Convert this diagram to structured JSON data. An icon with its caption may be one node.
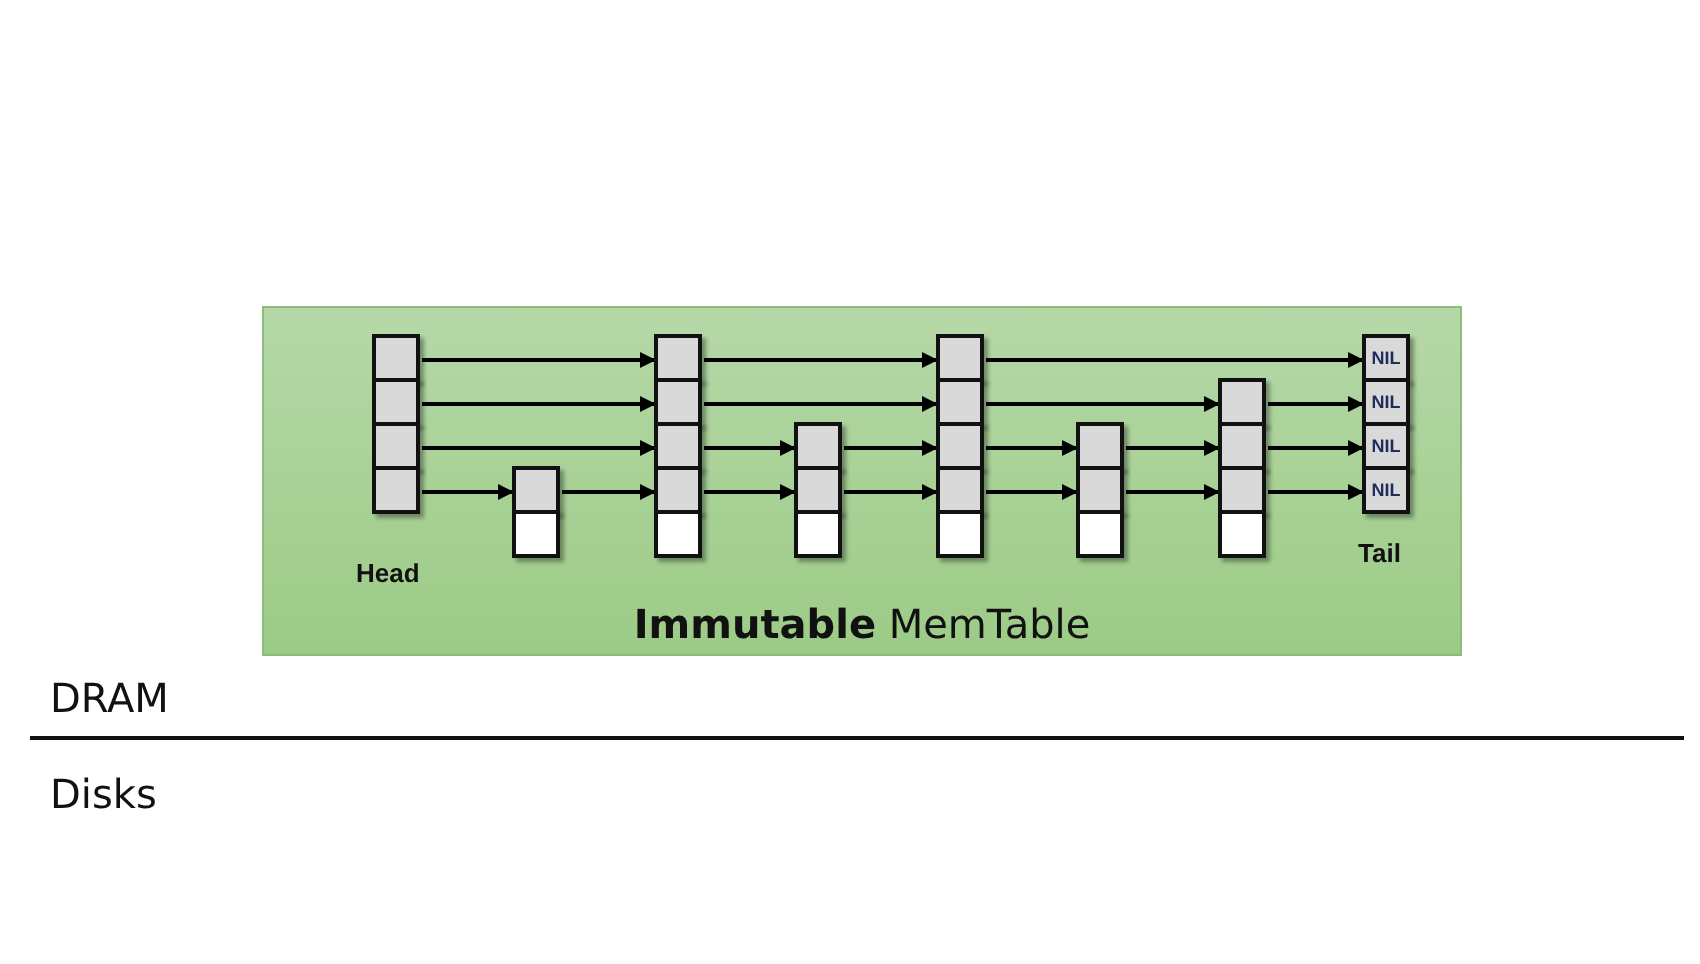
{
  "diagram": {
    "nodes": [
      {
        "text": [
          "**Immutable** MemTable"
        ]
      },
      {
        "text": [],
        "shape": "box",
        "in": 0,
        "beside": [
          "Head"
        ]
      },
      {
        "text": [],
        "shape": "box",
        "in": 1
      },
      {
        "text": [],
        "shape": "box",
        "in": 1
      },
      {
        "text": [],
        "shape": "box",
        "in": 1
      },
      {
        "text": [],
        "shape": "box",
        "in": 1
      },
      {
        "text": [],
        "shape": "box",
        "in": 0
      },
      {
        "text": [],
        "shape": "box",
        "in": 6
      },
      {
        "text": [],
        "shape": "box",
        "in": 6
      },
      {
        "text": [],
        "shape": "box",
        "in": 0
      },
      {
        "text": [],
        "shape": "box",
        "in": 9
      },
      {
        "text": [],
        "shape": "box",
        "in": 9
      },
      {
        "text": [],
        "shape": "box",
        "in": 9
      },
      {
        "text": [],
        "shape": "box",
        "in": 9
      },
      {
        "text": [],
        "shape": "box",
        "in": 9
      },
      {
        "text": [],
        "shape": "box",
        "in": 0
      },
      {
        "text": [],
        "shape": "box",
        "in": 15
      },
      {
        "text": [],
        "shape": "box",
        "in": 15
      },
      {
        "text": [],
        "shape": "box",
        "in": 15
      },
      {
        "text": [],
        "shape": "box",
        "in": 0
      },
      {
        "text": [],
        "shape": "box",
        "in": 19
      },
      {
        "text": [],
        "shape": "box",
        "in": 19
      },
      {
        "text": [],
        "shape": "box",
        "in": 19
      },
      {
        "text": [],
        "shape": "box",
        "in": 19
      },
      {
        "text": [],
        "shape": "box",
        "in": 19
      },
      {
        "text": [],
        "shape": "box",
        "in": 0
      },
      {
        "text": [],
        "shape": "box",
        "in": 25
      },
      {
        "text": [],
        "shape": "box",
        "in": 25
      },
      {
        "text": [],
        "shape": "box",
        "in": 25
      },
      {
        "text": [],
        "shape": "box",
        "in": 0
      },
      {
        "text": [],
        "shape": "box",
        "in": 29
      },
      {
        "text": [],
        "shape": "box",
        "in": 29
      },
      {
        "text": [],
        "shape": "box",
        "in": 29
      },
      {
        "text": [],
        "shape": "box",
        "in": 29
      },
      {
        "text": [],
        "shape": "box",
        "in": 0,
        "beside": [
          "Tail"
        ]
      },
      {
        "text": [
          "NIL"
        ],
        "in": 34
      },
      {
        "text": [
          "NIL"
        ],
        "in": 34
      },
      {
        "text": [
          "NIL"
        ],
        "in": 34
      },
      {
        "text": [
          "NIL"
        ],
        "in": 34
      }
    ],
    "edges": [
      {
        "from": 2,
        "to": 10,
        "arrow": "to"
      },
      {
        "from": 10,
        "to": 20,
        "arrow": "to"
      },
      {
        "from": 20,
        "to": 35,
        "arrow": "to"
      },
      {
        "from": 3,
        "to": 11,
        "arrow": "to"
      },
      {
        "from": 11,
        "to": 21,
        "arrow": "to"
      },
      {
        "from": 21,
        "to": 30,
        "arrow": "to"
      },
      {
        "from": 30,
        "to": 36,
        "arrow": "to"
      },
      {
        "from": 4,
        "to": 12,
        "arrow": "to"
      },
      {
        "from": 12,
        "to": 16,
        "arrow": "to"
      },
      {
        "from": 16,
        "to": 22,
        "arrow": "to"
      },
      {
        "from": 22,
        "to": 26,
        "arrow": "to"
      },
      {
        "from": 26,
        "to": 31,
        "arrow": "to"
      },
      {
        "from": 31,
        "to": 37,
        "arrow": "to"
      },
      {
        "from": 5,
        "to": 7,
        "arrow": "to"
      },
      {
        "from": 7,
        "to": 13,
        "arrow": "to"
      },
      {
        "from": 13,
        "to": 17,
        "arrow": "to"
      },
      {
        "from": 17,
        "to": 23,
        "arrow": "to"
      },
      {
        "from": 23,
        "to": 27,
        "arrow": "to"
      },
      {
        "from": 27,
        "to": 32,
        "arrow": "to"
      },
      {
        "from": 32,
        "to": 38,
        "arrow": "to"
      }
    ],
    "labels": [
      "DRAM",
      "Disks"
    ]
  }
}
